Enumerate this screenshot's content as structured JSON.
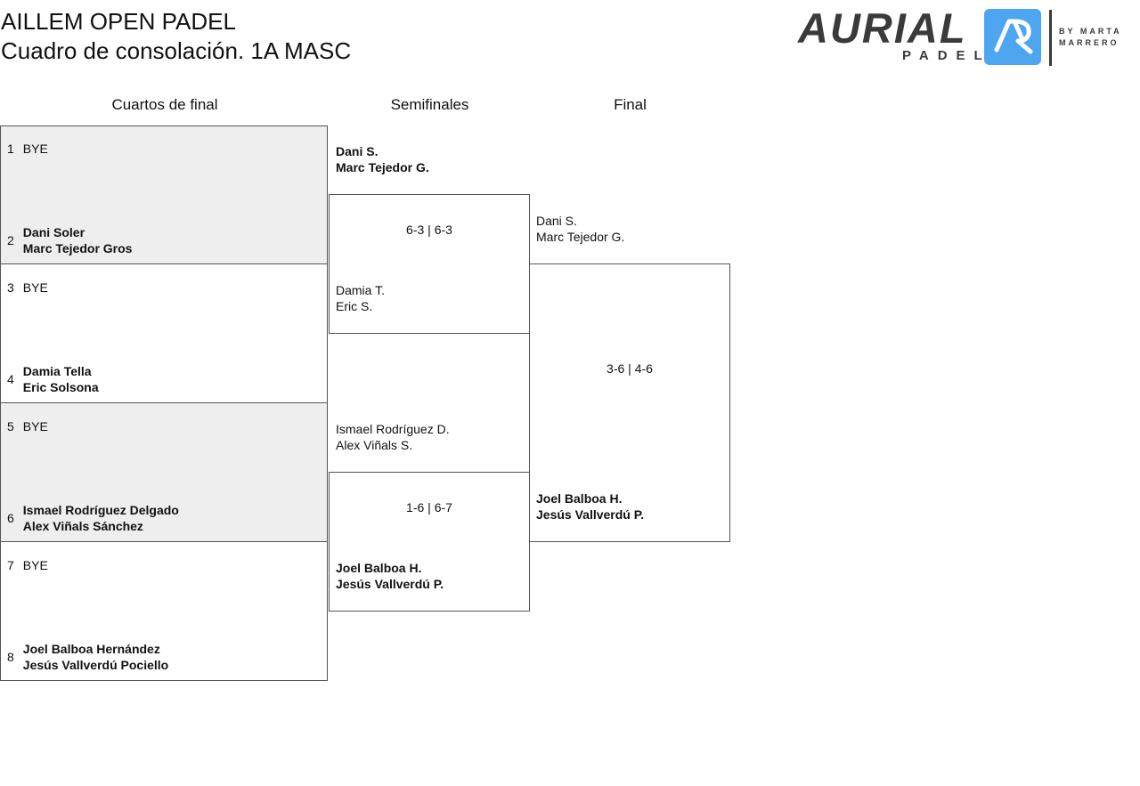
{
  "header": {
    "tournament": "AILLEM OPEN PADEL",
    "subtitle": "Cuadro de consolación. 1A MASC"
  },
  "logo": {
    "word": "AURIAL",
    "sub": "PADEL",
    "badge": "ʌR",
    "by_line1": "BY MARTA",
    "by_line2": "MARRERO"
  },
  "rounds": [
    "Cuartos de final",
    "Semifinales",
    "Final"
  ],
  "quarterfinals": [
    {
      "seed": "1",
      "p1": "BYE",
      "p2": ""
    },
    {
      "seed": "2",
      "p1": "Dani Soler",
      "p2": "Marc Tejedor Gros"
    },
    {
      "seed": "3",
      "p1": "BYE",
      "p2": ""
    },
    {
      "seed": "4",
      "p1": "Damia Tella",
      "p2": "Eric Solsona"
    },
    {
      "seed": "5",
      "p1": "BYE",
      "p2": ""
    },
    {
      "seed": "6",
      "p1": "Ismael Rodríguez Delgado",
      "p2": "Alex Viñals Sánchez"
    },
    {
      "seed": "7",
      "p1": "BYE",
      "p2": ""
    },
    {
      "seed": "8",
      "p1": "Joel Balboa Hernández",
      "p2": "Jesús Vallverdú Pociello"
    }
  ],
  "semifinals": [
    {
      "p1": "Dani S.",
      "p2": "Marc Tejedor G."
    },
    {
      "p1": "Damia T.",
      "p2": "Eric S."
    },
    {
      "p1": "Ismael Rodríguez D.",
      "p2": "Alex Viñals S."
    },
    {
      "p1": "Joel Balboa H.",
      "p2": "Jesús Vallverdú P."
    }
  ],
  "semifinal_scores": [
    "6-3 | 6-3",
    "1-6 | 6-7"
  ],
  "final": [
    {
      "p1": "Dani S.",
      "p2": "Marc Tejedor G."
    },
    {
      "p1": "Joel Balboa H.",
      "p2": "Jesús Vallverdú P."
    }
  ],
  "final_score": "3-6 | 4-6"
}
